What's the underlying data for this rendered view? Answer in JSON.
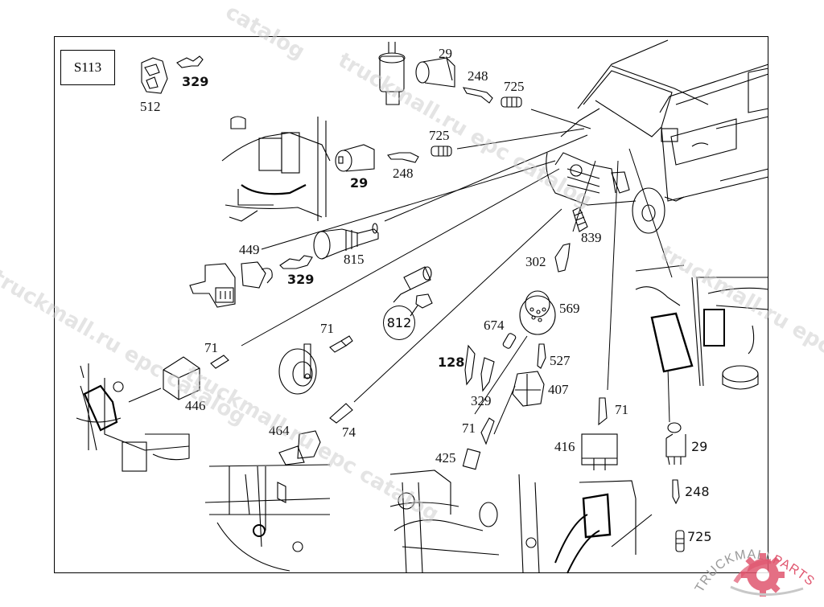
{
  "diagram": {
    "id": "S113",
    "type": "parts exploded view"
  },
  "part_labels": [
    {
      "key": "p512",
      "text": "512"
    },
    {
      "key": "p329a",
      "text": "329"
    },
    {
      "key": "p29a",
      "text": "29"
    },
    {
      "key": "p248a",
      "text": "248"
    },
    {
      "key": "p725a",
      "text": "725"
    },
    {
      "key": "p725b",
      "text": "725"
    },
    {
      "key": "p248b",
      "text": "248"
    },
    {
      "key": "p29b",
      "text": "29"
    },
    {
      "key": "p449",
      "text": "449"
    },
    {
      "key": "p329b",
      "text": "329"
    },
    {
      "key": "p815",
      "text": "815"
    },
    {
      "key": "p812",
      "text": "812"
    },
    {
      "key": "p839",
      "text": "839"
    },
    {
      "key": "p302",
      "text": "302"
    },
    {
      "key": "p569",
      "text": "569"
    },
    {
      "key": "p674",
      "text": "674"
    },
    {
      "key": "p128",
      "text": "128"
    },
    {
      "key": "p527",
      "text": "527"
    },
    {
      "key": "p329c",
      "text": "329"
    },
    {
      "key": "p407",
      "text": "407"
    },
    {
      "key": "p71a",
      "text": "71"
    },
    {
      "key": "p71b",
      "text": "71"
    },
    {
      "key": "p446",
      "text": "446"
    },
    {
      "key": "p464",
      "text": "464"
    },
    {
      "key": "p74",
      "text": "74"
    },
    {
      "key": "p71c",
      "text": "71"
    },
    {
      "key": "p425",
      "text": "425"
    },
    {
      "key": "p416",
      "text": "416"
    },
    {
      "key": "p71d",
      "text": "71"
    },
    {
      "key": "p29c",
      "text": "29"
    },
    {
      "key": "p248c",
      "text": "248"
    },
    {
      "key": "p725c",
      "text": "725"
    }
  ],
  "labels": {
    "p512": "512",
    "p329a": "329",
    "p29a": "29",
    "p248a": "248",
    "p725a": "725",
    "p725b": "725",
    "p248b": "248",
    "p29b": "29",
    "p449": "449",
    "p329b": "329",
    "p815": "815",
    "p812": "812",
    "p839": "839",
    "p302": "302",
    "p569": "569",
    "p674": "674",
    "p128": "128",
    "p527": "527",
    "p329c": "329",
    "p407": "407",
    "p71a": "71",
    "p71b": "71",
    "p446": "446",
    "p464": "464",
    "p74": "74",
    "p71c": "71",
    "p425": "425",
    "p416": "416",
    "p71d": "71",
    "p29c": "29",
    "p248c": "248",
    "p725c": "725"
  },
  "watermarks": {
    "w1": "truckmall.ru epc catalog",
    "w2": "truckmall.ru epc catalog",
    "w3": "truckmall.ru epc catalog",
    "w4": "truckmall.ru epc catalog",
    "w5": "catalog"
  },
  "logo": {
    "text_dark": "TRUCKMALL",
    "text_accent": "PARTS",
    "accent_color": "#e0566f",
    "dark_color": "#9a9a9a"
  }
}
